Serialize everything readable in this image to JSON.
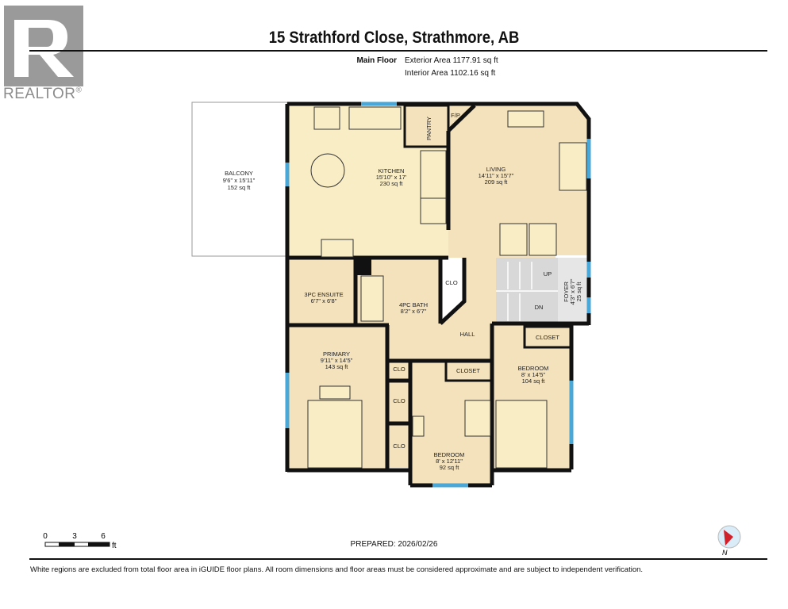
{
  "logo": {
    "text": "REALTOR",
    "mark": "®"
  },
  "header": {
    "title": "15 Strathford Close, Strathmore, AB",
    "floor_label": "Main Floor",
    "exterior_area": "Exterior Area 1177.91 sq ft",
    "interior_area": "Interior Area 1102.16 sq ft"
  },
  "rooms": {
    "balcony": {
      "name": "BALCONY",
      "dims": "9'6\" x 15'11\"",
      "area": "152 sq ft"
    },
    "kitchen": {
      "name": "KITCHEN",
      "dims": "15'10\" x 17'",
      "area": "230 sq ft"
    },
    "living": {
      "name": "LIVING",
      "dims": "14'11\" x 15'7\"",
      "area": "209 sq ft"
    },
    "pantry": {
      "name": "PANTRY"
    },
    "fp": {
      "name": "F/P"
    },
    "ensuite": {
      "name": "3PC ENSUITE",
      "dims": "6'7\" x 6'8\""
    },
    "bath": {
      "name": "4PC BATH",
      "dims": "8'2\" x 6'7\""
    },
    "clo_hall": {
      "name": "CLO"
    },
    "stairs_up": {
      "name": "UP"
    },
    "stairs_dn": {
      "name": "DN"
    },
    "foyer": {
      "name": "FOYER",
      "dims": "4'3\" x 6'7\"",
      "area": "25 sq ft"
    },
    "hall": {
      "name": "HALL"
    },
    "primary": {
      "name": "PRIMARY",
      "dims": "9'11\" x 14'5\"",
      "area": "143 sq ft"
    },
    "clo1": {
      "name": "CLO"
    },
    "clo2": {
      "name": "CLO"
    },
    "clo3": {
      "name": "CLO"
    },
    "bedroom_mid": {
      "name": "BEDROOM",
      "dims": "8' x 12'11\"",
      "area": "92 sq ft"
    },
    "closet_mid": {
      "name": "CLOSET"
    },
    "bedroom_right": {
      "name": "BEDROOM",
      "dims": "8' x 14'5\"",
      "area": "104 sq ft"
    },
    "closet_right": {
      "name": "CLOSET"
    }
  },
  "scale": {
    "ticks": [
      "0",
      "3",
      "6"
    ],
    "unit": "ft"
  },
  "compass": {
    "label": "N"
  },
  "footer": {
    "prepared": "PREPARED: 2026/02/26",
    "disclaimer": "White regions are excluded from total floor area in iGUIDE floor plans. All room dimensions and floor areas must be considered approximate and are subject to independent verification."
  },
  "colors": {
    "kitchen": "#f9edc6",
    "rooms": "#f4e2bd",
    "wall": "#111111",
    "window": "#4aa8d8",
    "stairs": "#d8d8d8",
    "logo": "#9a9a9a"
  }
}
